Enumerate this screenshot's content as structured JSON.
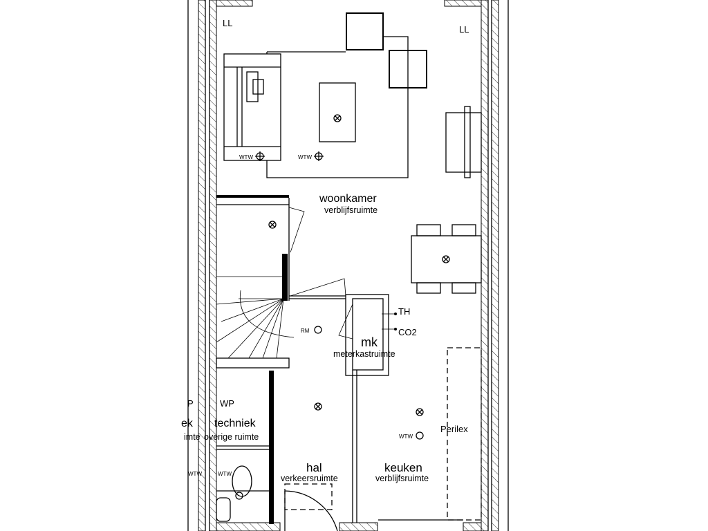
{
  "plan": {
    "rooms": {
      "woonkamer": {
        "name": "woonkamer",
        "type": "verblijfsruimte"
      },
      "meterkast": {
        "name": "mk",
        "type": "meterkastruimte"
      },
      "techniek": {
        "name": "techniek",
        "type": "overige ruimte"
      },
      "hal": {
        "name": "hal",
        "type": "verkeersruimte"
      },
      "keuken": {
        "name": "keuken",
        "type": "verblijfsruimte"
      }
    },
    "neighbor_labels": {
      "left_room": "ek",
      "left_type": "imte",
      "left_wp": "P"
    },
    "symbols": {
      "ll": "LL",
      "wtw": "WTW",
      "rm": "RM",
      "th": "TH",
      "co2": "CO2",
      "wp": "WP",
      "perilex": "Perilex"
    },
    "line_color": "#000000",
    "background": "#ffffff"
  }
}
